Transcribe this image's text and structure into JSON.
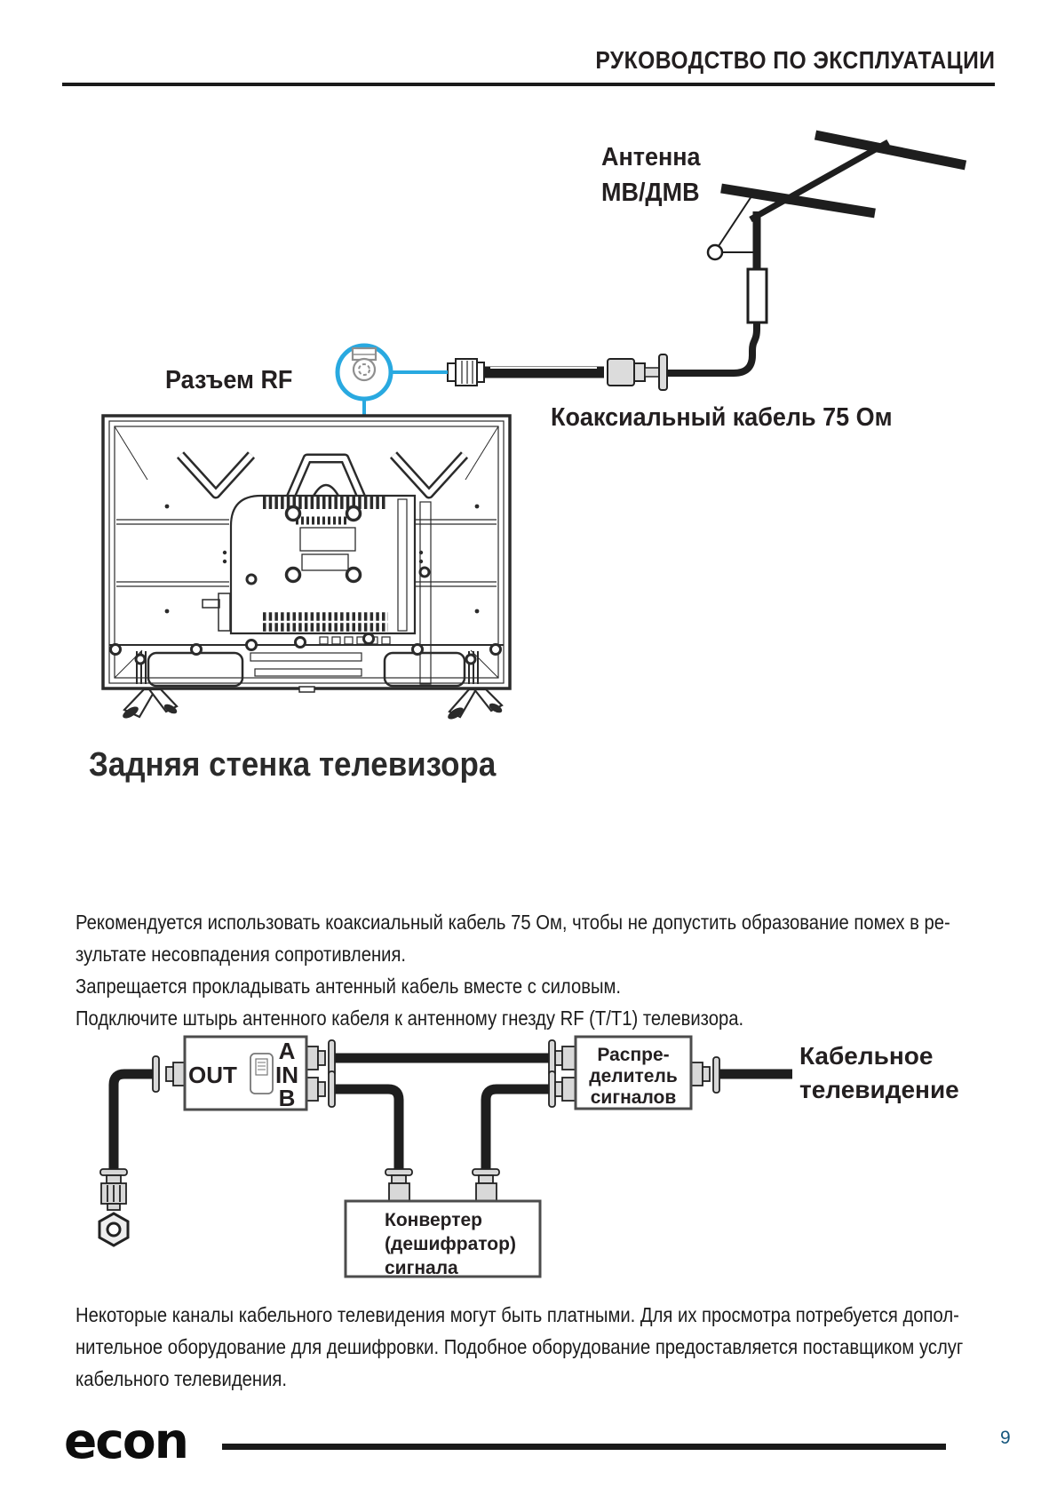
{
  "header": {
    "title": "РУКОВОДСТВО ПО ЭКСПЛУАТАЦИИ"
  },
  "diagram_antenna": {
    "antenna_label_line1": "Антенна",
    "antenna_label_line2": "МВ/ДМВ",
    "rf_jack_label": "Разъем RF",
    "coax_label": "Коаксиальный кабель 75 Ом",
    "caption": "Задняя стенка телевизора"
  },
  "instructions": {
    "lines": [
      "Рекомендуется использовать коаксиальный кабель 75 Ом, чтобы не допустить образование помех в ре-",
      "зультате несовпадения сопротивления.",
      "Запрещается прокладывать антенный кабель вместе с силовым.",
      "Подключите штырь антенного кабеля к антенному гнезду RF (T/T1) телевизора."
    ]
  },
  "diagram_cable": {
    "switch_box": {
      "out": "OUT",
      "a": "A",
      "in": "IN",
      "b": "B"
    },
    "splitter_label": [
      "Распре-",
      "делитель",
      "сигналов"
    ],
    "cable_tv_label_line1": "Кабельное",
    "cable_tv_label_line2": "телевидение",
    "converter_label": [
      "Конвертер",
      "(дешифратор)",
      "сигнала"
    ]
  },
  "note": {
    "lines": [
      "Некоторые каналы кабельного телевидения могут быть платными. Для их просмотра потребуется допол-",
      "нительное оборудование для дешифровки. Подобное оборудование предоставляется поставщиком услуг",
      "кабельного телевидения."
    ]
  },
  "footer": {
    "logo": "econ",
    "page_number": "9"
  },
  "colors": {
    "accent_blue": "#29A9E0",
    "ink": "#231F20",
    "page_number_blue": "#16577D",
    "connector_gray": "#D8D8D8"
  }
}
